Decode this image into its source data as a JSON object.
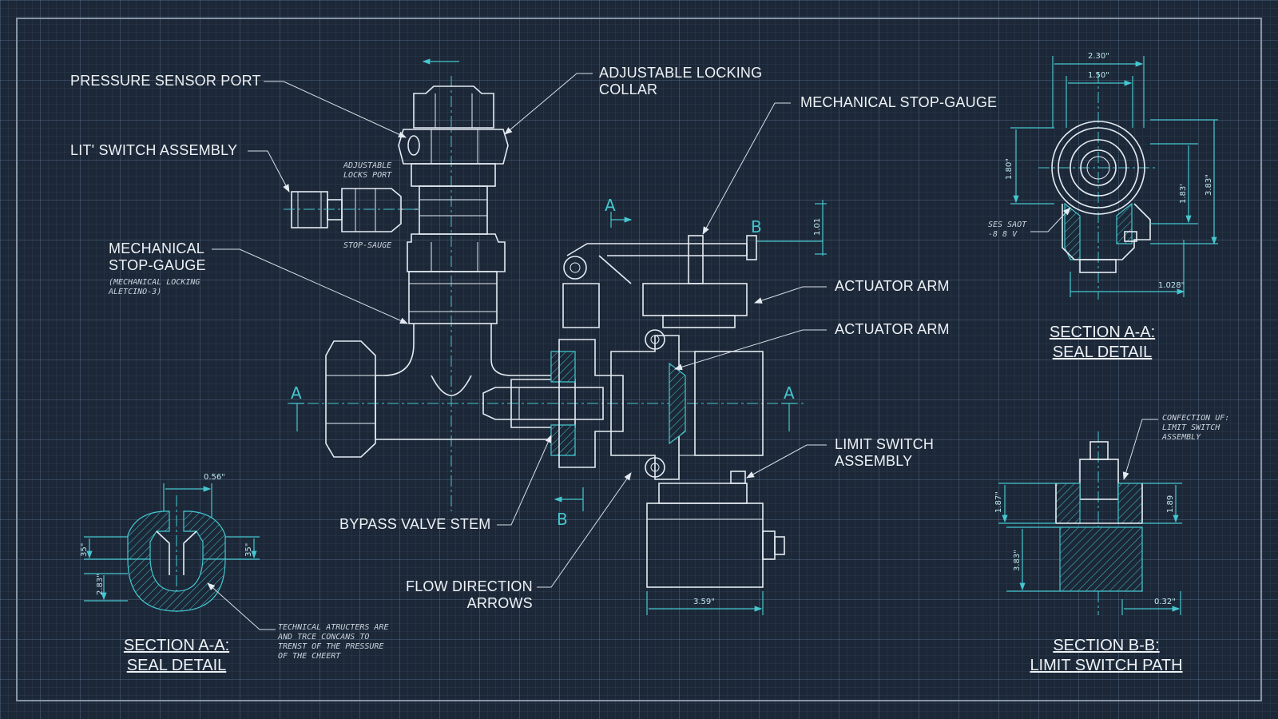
{
  "labels": {
    "pressure_sensor_port": "PRESSURE SENSOR PORT",
    "lit_switch_assembly": "LIT' SWITCH ASSEMBLY",
    "mechanical_stop_gauge_left": "MECHANICAL\nSTOP-GAUGE",
    "adjustable_locking_collar": "ADJUSTABLE LOCKING\nCOLLAR",
    "mechanical_stop_gauge_top": "MECHANICAL STOP-GAUGE",
    "actuator_arm_1": "ACTUATOR ARM",
    "actuator_arm_2": "ACTUATOR ARM",
    "limit_switch_assembly": "LIMIT SWITCH\nASSEMBLY",
    "bypass_valve_stem": "BYPASS VALVE STEM",
    "flow_direction_arrows": "FLOW DIRECTION\nARROWS"
  },
  "notes": {
    "adjustable_locks_port": "ADJUSTABLE\nLOCKS PORT",
    "stop_sauge": "STOP-SAUGE",
    "mechanical_locking": "(MECHANICAL LOCKING\nALETCINO-3)",
    "technical_note": "TECHNICAL ATRUCTERS ARE\nAND TRCE CONCANS TO\nTRENST OF THE PRESSURE\nOF THE CHEERT",
    "confection_note": "CONFECTION UF:\nLIMIT SWITCH\nASSEMBLY",
    "ses_saot": "SES SAOT\n-8 8 V"
  },
  "sections": {
    "a_a_right": "SECTION A-A:\nSEAL DETAIL",
    "a_a_left": "SECTION A-A:\nSEAL DETAIL",
    "b_b": "SECTION B-B:\nLIMIT SWITCH PATH"
  },
  "section_markers": {
    "a_left": "A",
    "a_right": "A",
    "a_top": "A",
    "b_top": "B",
    "b_bottom": "B"
  },
  "dimensions": {
    "top_right_overall": "2.30\"",
    "top_right_inner": "1.50\"",
    "top_right_left_height": "1.80\"",
    "top_right_inner_height": "1.83'",
    "top_right_outer_height": "3.83\"",
    "top_right_bottom": "1.028\"",
    "main_arm_height": "1.01",
    "main_base_width": "3.59\"",
    "left_seal_width": "0.56\"",
    "left_seal_h1": "35\"",
    "left_seal_h2": "2.83\"",
    "left_seal_h3": "35\"",
    "bb_left_height": "1.87\"",
    "bb_right_height": "1.89",
    "bb_lower_height": "3.83\"",
    "bb_bottom": "0.32\""
  },
  "colors": {
    "background": "#1c2838",
    "line": "#e4ebf2",
    "accent": "#45c7cf"
  }
}
